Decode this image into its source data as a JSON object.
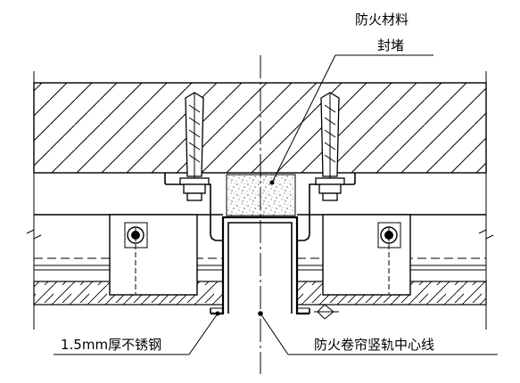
{
  "labels": {
    "fire_material_line1": "防火材料",
    "fire_material_line2": "封堵",
    "steel_thickness": "1.5mm厚不锈钢",
    "rail_centerline": "防火卷帘竖轨中心线"
  }
}
